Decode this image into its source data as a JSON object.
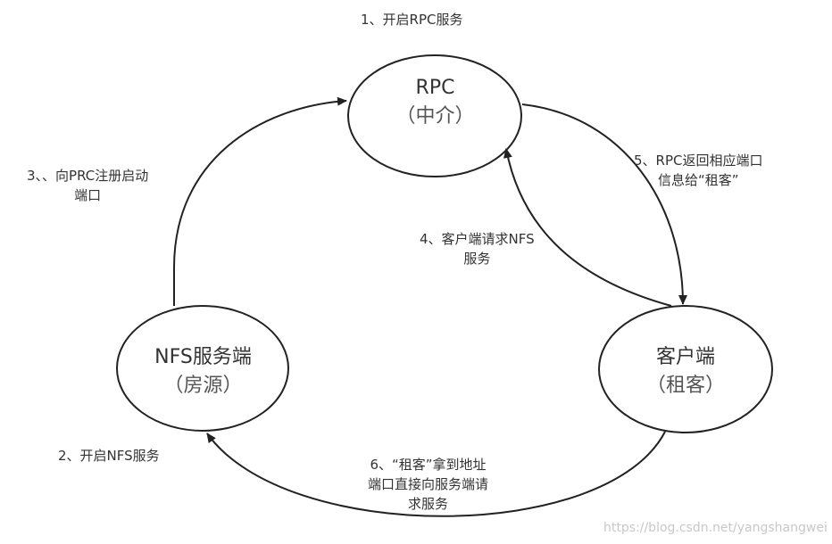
{
  "nodes": {
    "rpc": {
      "title": "RPC",
      "subtitle": "（中介）"
    },
    "nfs_server": {
      "title": "NFS服务端",
      "subtitle": "（房源）"
    },
    "client": {
      "title": "客户端",
      "subtitle": "（租客）"
    }
  },
  "steps": {
    "step1": "1、开启RPC服务",
    "step2": "2、开启NFS服务",
    "step3": [
      "3、、向PRC注册启动",
      "端口"
    ],
    "step4": [
      "4、客户端请求NFS",
      "服务"
    ],
    "step5": [
      "5、RPC返回相应端口",
      "信息给“租客”"
    ],
    "step6": [
      "6、“租客”拿到地址",
      "端口直接向服务端请",
      "求服务"
    ]
  },
  "watermark": "https://blog.csdn.net/yangshangwei",
  "colors": {
    "stroke": "#222222",
    "text": "#333333"
  }
}
